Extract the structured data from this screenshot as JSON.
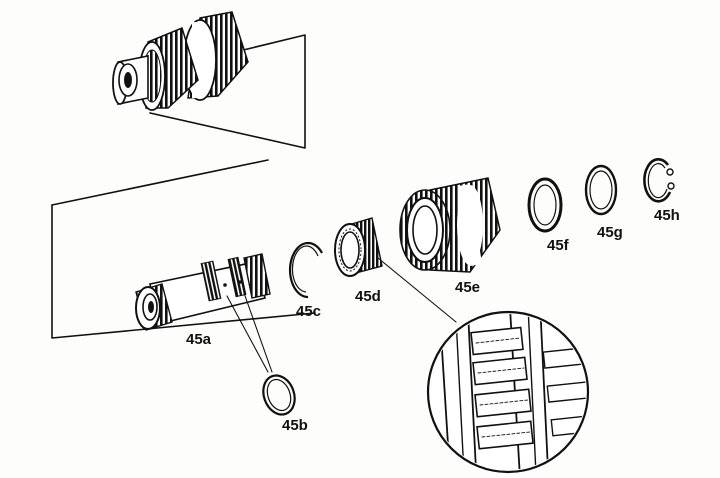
{
  "diagram": {
    "parts": [
      {
        "id": "45a",
        "label": "45a"
      },
      {
        "id": "45b",
        "label": "45b"
      },
      {
        "id": "45c",
        "label": "45c"
      },
      {
        "id": "45d",
        "label": "45d"
      },
      {
        "id": "45e",
        "label": "45e"
      },
      {
        "id": "45f",
        "label": "45f"
      },
      {
        "id": "45g",
        "label": "45g"
      },
      {
        "id": "45h",
        "label": "45h"
      }
    ]
  },
  "colors": {
    "ink": "#111111",
    "paper": "#fdfdfb"
  }
}
